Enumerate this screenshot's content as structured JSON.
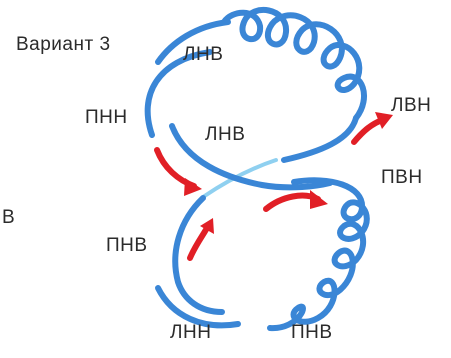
{
  "title": "Вариант 3",
  "labels": {
    "lnv_top": "ЛНВ",
    "pnn": "ПНН",
    "lnv_middle": "ЛНВ",
    "lvn": "ЛВН",
    "pvn": "ПВН",
    "b_left": "В",
    "pnv_left": "ПНВ",
    "lnn_bottom": "ЛНН",
    "pnv_bottom": "ПНВ"
  },
  "colors": {
    "line": "#3a86d6",
    "light_line": "#8fd0f0",
    "arrow": "#e11f26",
    "text": "#2b2b2b"
  },
  "icons": [
    "red-curved-arrow",
    "coiled-line"
  ]
}
